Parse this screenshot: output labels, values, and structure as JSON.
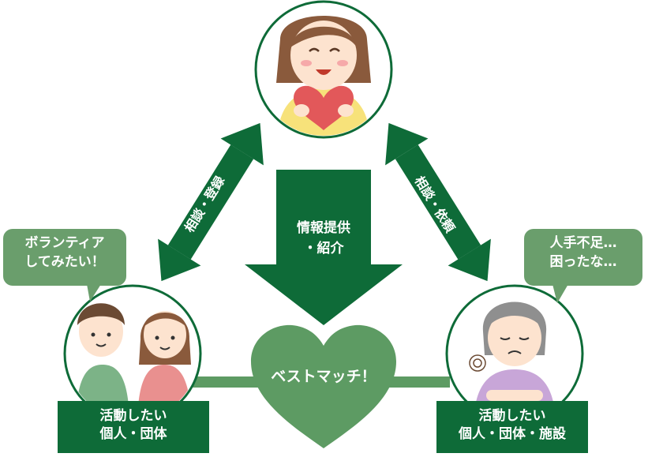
{
  "diagram": {
    "center_arrow_label_line1": "情報提供",
    "center_arrow_label_line2": "・紹介",
    "left_arrow_label": "相談・登録",
    "right_arrow_label": "相談・依頼",
    "heart_label": "ベストマッチ！",
    "left_bubble_line1": "ボランティア",
    "left_bubble_line2": "してみたい！",
    "right_bubble_line1": "人手不足…",
    "right_bubble_line2": "困ったな…",
    "left_box_line1": "活動したい",
    "left_box_line2": "個人・団体",
    "right_box_line1": "活動したい",
    "right_box_line2": "個人・団体・施設"
  },
  "colors": {
    "dark_green": "#0e6b38",
    "mid_green": "#5d9b63",
    "bubble_green": "#6a9e6c",
    "circle_border": "#0e6b38"
  },
  "icons": [
    "coordinator-woman-with-heart",
    "volunteer-couple",
    "elderly-woman-troubled"
  ]
}
